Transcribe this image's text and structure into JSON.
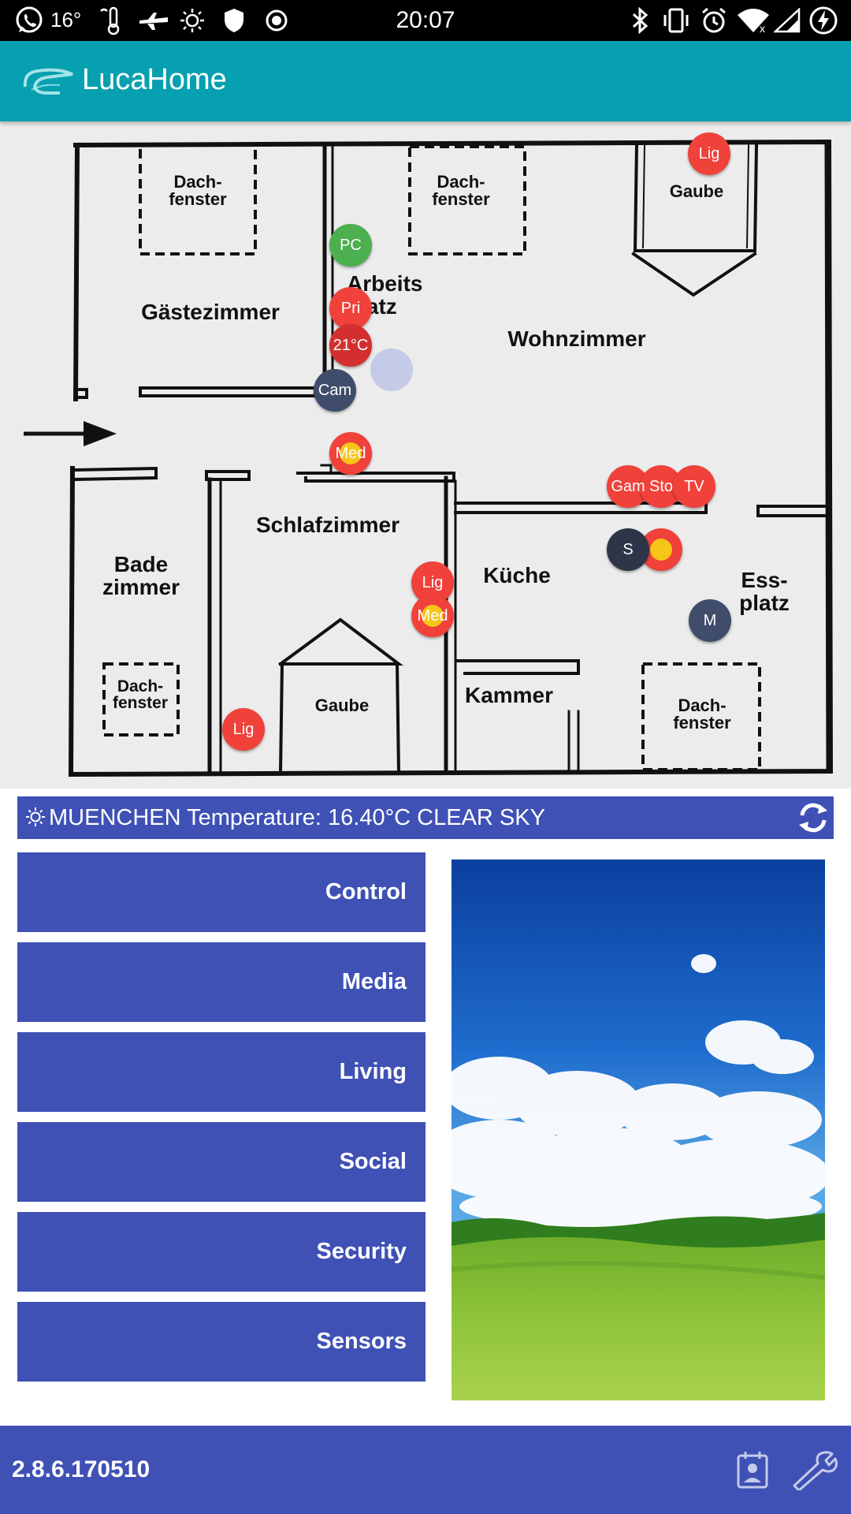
{
  "status_bar": {
    "weather_temp": "16°",
    "time": "20:07",
    "icons": [
      "whatsapp-icon",
      "thermometer-icon",
      "airplane-icon",
      "sun-icon",
      "shield-icon",
      "record-icon",
      "bluetooth-icon",
      "vibrate-icon",
      "alarm-icon",
      "wifi-icon",
      "signal-icon",
      "battery-charging-icon"
    ]
  },
  "app_bar": {
    "title": "LucaHome",
    "logo_icon": "lucahome-logo-icon"
  },
  "floor_plan": {
    "rooms": {
      "dachfenster_1": "Dach-\nfenster",
      "dachfenster_2": "Dach-\nfenster",
      "gaube_top": "Gaube",
      "gaestezimmer": "Gästezimmer",
      "arbeitsplatz": "Arbeits\nplatz",
      "wohnzimmer": "Wohnzimmer",
      "badezimmer": "Bade\nzimmer",
      "schlafzimmer": "Schlafzimmer",
      "kueche": "Küche",
      "essplatz": "Ess-\nplatz",
      "dachfenster_3": "Dach-\nfenster",
      "gaube_bottom": "Gaube",
      "kammer": "Kammer",
      "dachfenster_4": "Dach-\nfenster"
    },
    "devices": {
      "lig_gaube": "Lig",
      "pc": "PC",
      "pri": "Pri",
      "temp": "21°C",
      "cam": "Cam",
      "med_hall": "Med",
      "gam": "Gam",
      "sto": "Sto",
      "tv": "TV",
      "s": "S",
      "lig_schlaf": "Lig",
      "med_schlaf": "Med",
      "m": "M",
      "lig_bottom": "Lig"
    }
  },
  "weather": {
    "icon": "sun-icon",
    "text": "MUENCHEN Temperature: 16.40°C CLEAR SKY",
    "refresh_icon": "refresh-icon"
  },
  "menu": {
    "control": "Control",
    "media": "Media",
    "living": "Living",
    "social": "Social",
    "security": "Security",
    "sensors": "Sensors"
  },
  "footer": {
    "version": "2.8.6.170510",
    "icons": [
      "contact-badge-icon",
      "wrench-icon"
    ]
  },
  "colors": {
    "status_bar": "#000000",
    "app_bar": "#06a0b0",
    "primary": "#3f51b5",
    "device_red": "#f0413a",
    "device_green": "#4caf50",
    "device_navy": "#3f4d6b",
    "indicator_yellow": "#f5c518"
  }
}
